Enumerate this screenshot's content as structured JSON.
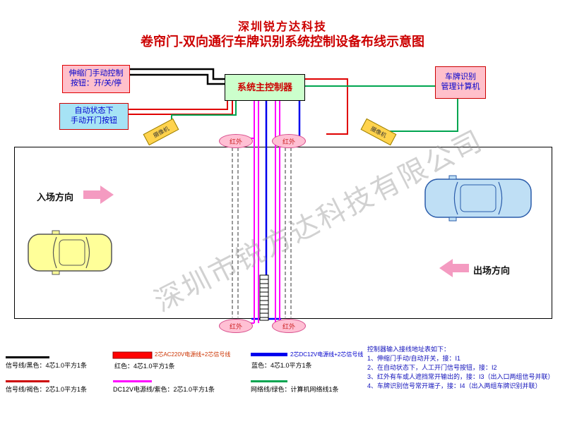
{
  "page": {
    "company": "深圳锐方达科技",
    "title": "卷帘门-双向通行车牌识别系统控制设备布线示意图",
    "watermark": "深圳市锐方达科技有限公司"
  },
  "components": {
    "manual_button": {
      "line1": "伸缩门手动控制",
      "line2": "按钮：开/关/停"
    },
    "auto_button": {
      "line1": "自动状态下",
      "line2": "手动开门按钮"
    },
    "controller": {
      "label": "系统主控制器"
    },
    "computer": {
      "line1": "车牌识别",
      "line2": "管理计算机"
    },
    "camera_left": {
      "label": "摄像机"
    },
    "camera_right": {
      "label": "摄像机"
    },
    "infrared": {
      "label": "红外"
    }
  },
  "roadway": {
    "entry_label": "入场方向",
    "exit_label": "出场方向"
  },
  "legend": {
    "black_signal": "信号线/黑色：4芯1.0平方1条",
    "brown_signal": "信号线/褐色：2芯1.0平方1条",
    "ac220_line1": "2芯AC220V电源线+2芯信号线",
    "ac220_line2": "红色：4芯1.0平方1条",
    "dc12v_purple": "DC12V电源线/紫色：2芯1.0平方1条",
    "dc12v_blue_line1": "2芯DC12V电源线+2芯信号线",
    "dc12v_blue_line2": "蓝色：4芯1.0平方1条",
    "network": "网络线/绿色：计算机网络线1条"
  },
  "wiring_table": {
    "title": "控制器输入接线地址表如下：",
    "rows": [
      "1、伸缩门手动/自动开关，接：I1",
      "2、在自动状态下，人工开门信号按钮，接：I2",
      "3、红外有车或人遮挡常开输出的，接：I3（出入口两组信号并联）",
      "4、车牌识别信号常开端子，接：I4（出入两组车牌识别并联）"
    ]
  },
  "colors": {
    "signal_black": "#000000",
    "signal_red": "#e00000",
    "power_magenta": "#ff00ff",
    "power_blue": "#0000ee",
    "network_green": "#00a550",
    "title_red": "#cc0000"
  }
}
